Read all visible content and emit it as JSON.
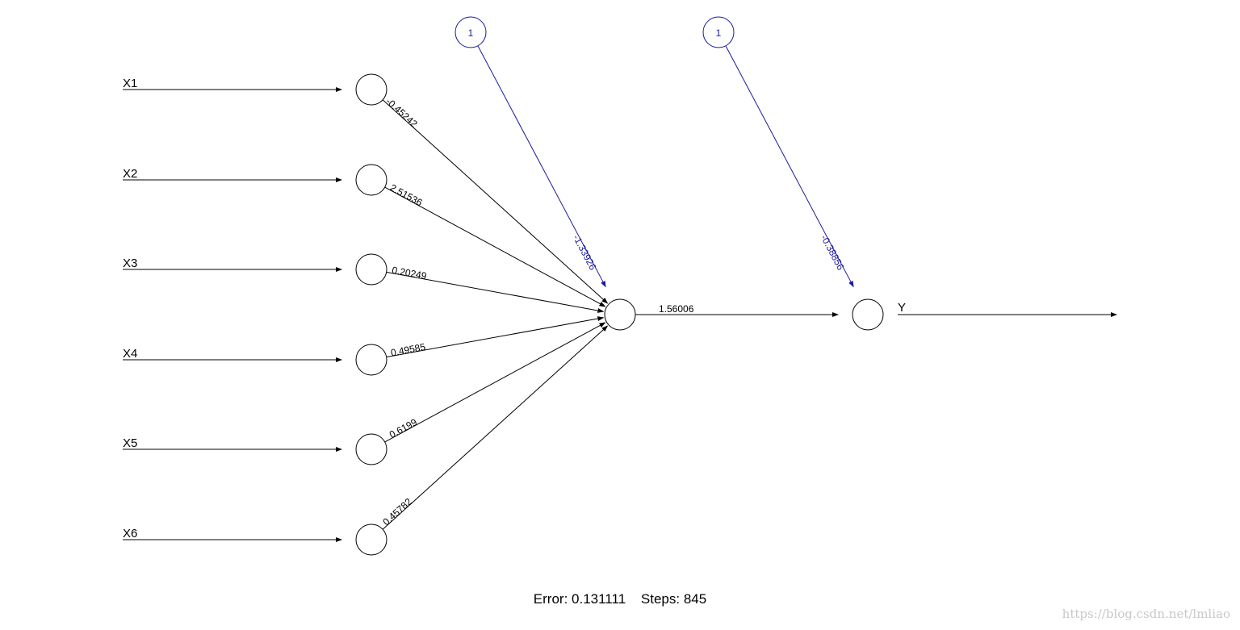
{
  "network": {
    "inputs": [
      {
        "label": "X1",
        "weight": "-0.45242"
      },
      {
        "label": "X2",
        "weight": "2.51536"
      },
      {
        "label": "X3",
        "weight": "0.20249"
      },
      {
        "label": "X4",
        "weight": "0.49585"
      },
      {
        "label": "X5",
        "weight": "0.6199"
      },
      {
        "label": "X6",
        "weight": "0.45782"
      }
    ],
    "hidden_bias": {
      "label": "1",
      "weight": "-1.33926"
    },
    "output_bias": {
      "label": "1",
      "weight": "-0.38856"
    },
    "hidden_to_output_weight": "1.56006",
    "output_label": "Y"
  },
  "footer": {
    "error_label": "Error:",
    "error_value": "0.131111",
    "steps_label": "Steps:",
    "steps_value": "845"
  },
  "watermark": "https://blog.csdn.net/lmliao",
  "colors": {
    "edge": "#000000",
    "bias": "#1a1a9c",
    "watermark": "#c8c8c8"
  }
}
